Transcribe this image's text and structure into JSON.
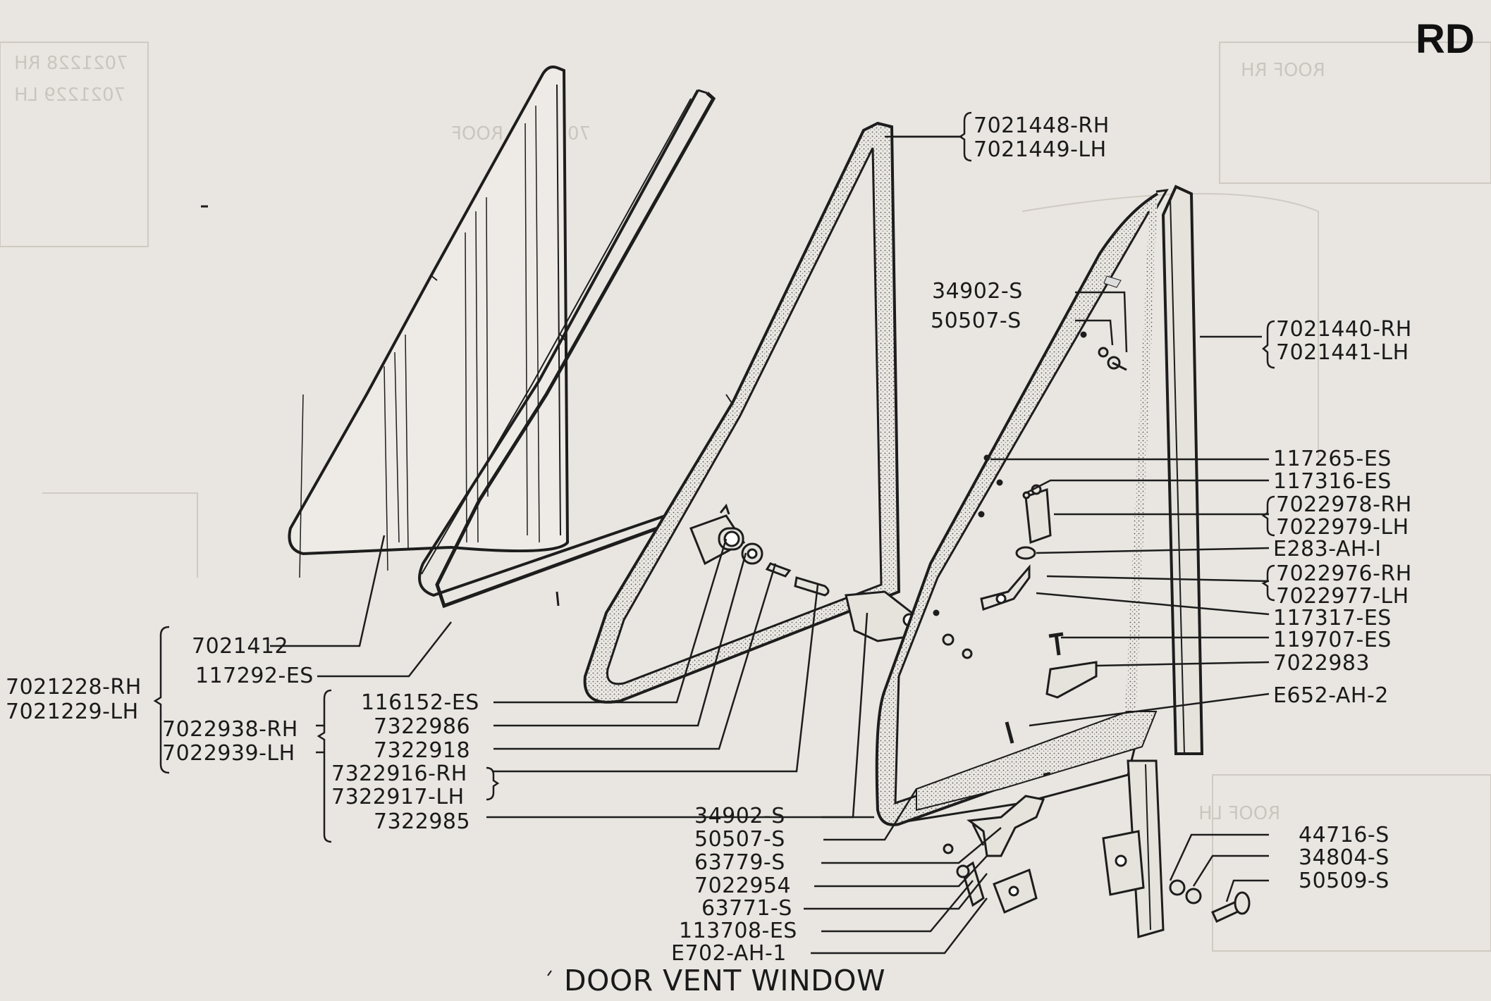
{
  "page_code": "RD",
  "title": "DOOR VENT WINDOW",
  "labels": {
    "l1": "7021448-RH",
    "l2": "7021449-LH",
    "l3": "34902-S",
    "l4": "50507-S",
    "l5": "7021440-RH",
    "l6": "7021441-LH",
    "l7": "117265-ES",
    "l8": "117316-ES",
    "l9": "7022978-RH",
    "l10": "7022979-LH",
    "l11": "E283-AH-I",
    "l12": "7022976-RH",
    "l13": "7022977-LH",
    "l14": "117317-ES",
    "l15": "119707-ES",
    "l16": "7022983",
    "l17": "E652-AH-2",
    "l18": "7021412",
    "l19": "7021228-RH",
    "l20": "7021229-LH",
    "l21": "117292-ES",
    "l22": "116152-ES",
    "l23": "7322986",
    "l24": "7022938-RH",
    "l25": "7022939-LH",
    "l26": "7322918",
    "l27": "7322916-RH",
    "l28": "7322917-LH",
    "l29": "7322985",
    "l30": "34902-S",
    "l31": "50507-S",
    "l32": "63779-S",
    "l33": "7022954",
    "l34": "63771-S",
    "l35": "113708-ES",
    "l36": "E702-AH-1",
    "l37": "44716-S",
    "l38": "34804-S",
    "l39": "50509-S"
  },
  "colors": {
    "paper": "#e9e6e1",
    "ink": "#1d1d1d",
    "ghost": "#b9b5ae"
  }
}
